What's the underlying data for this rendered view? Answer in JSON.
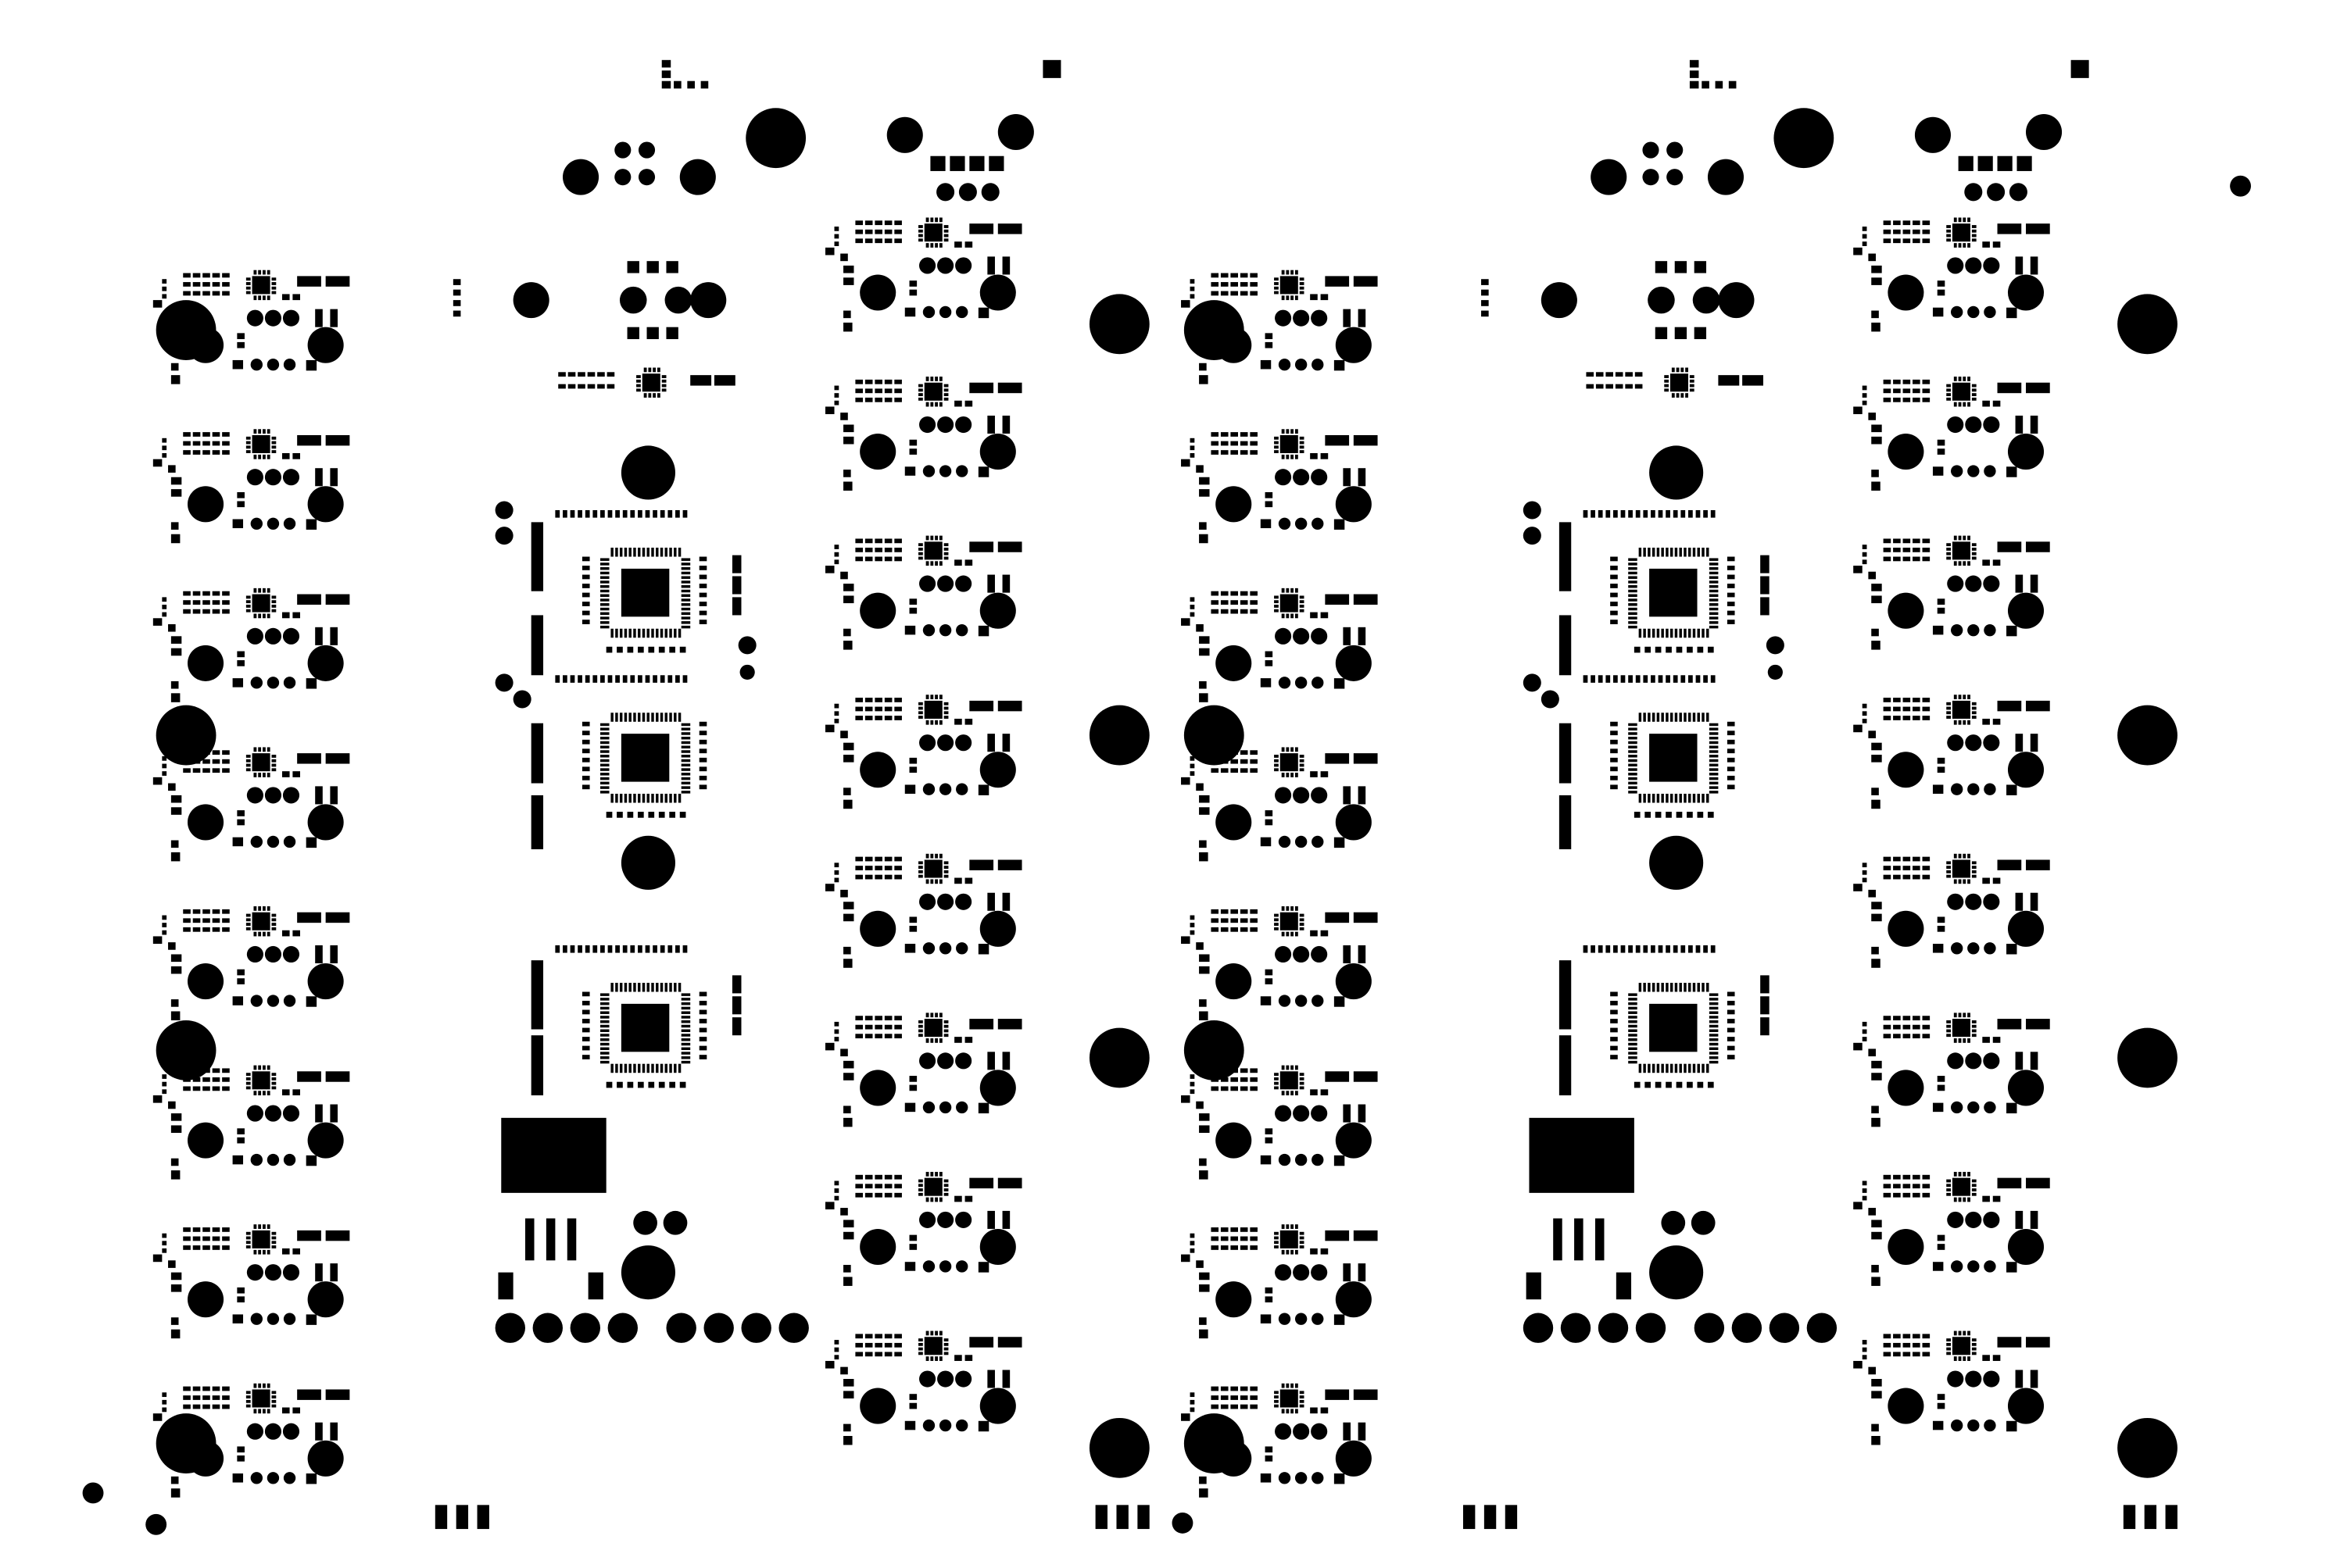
{
  "colors": {
    "background": "#ffffff",
    "pads": "#000000"
  },
  "panel": {
    "columns": 2
  },
  "strips": [
    {
      "kind": "led-module-strip",
      "modules": 8
    },
    {
      "kind": "controller-strip"
    },
    {
      "kind": "led-module-strip",
      "modules": 8
    }
  ],
  "controller": {
    "qfp_packages": 3
  }
}
